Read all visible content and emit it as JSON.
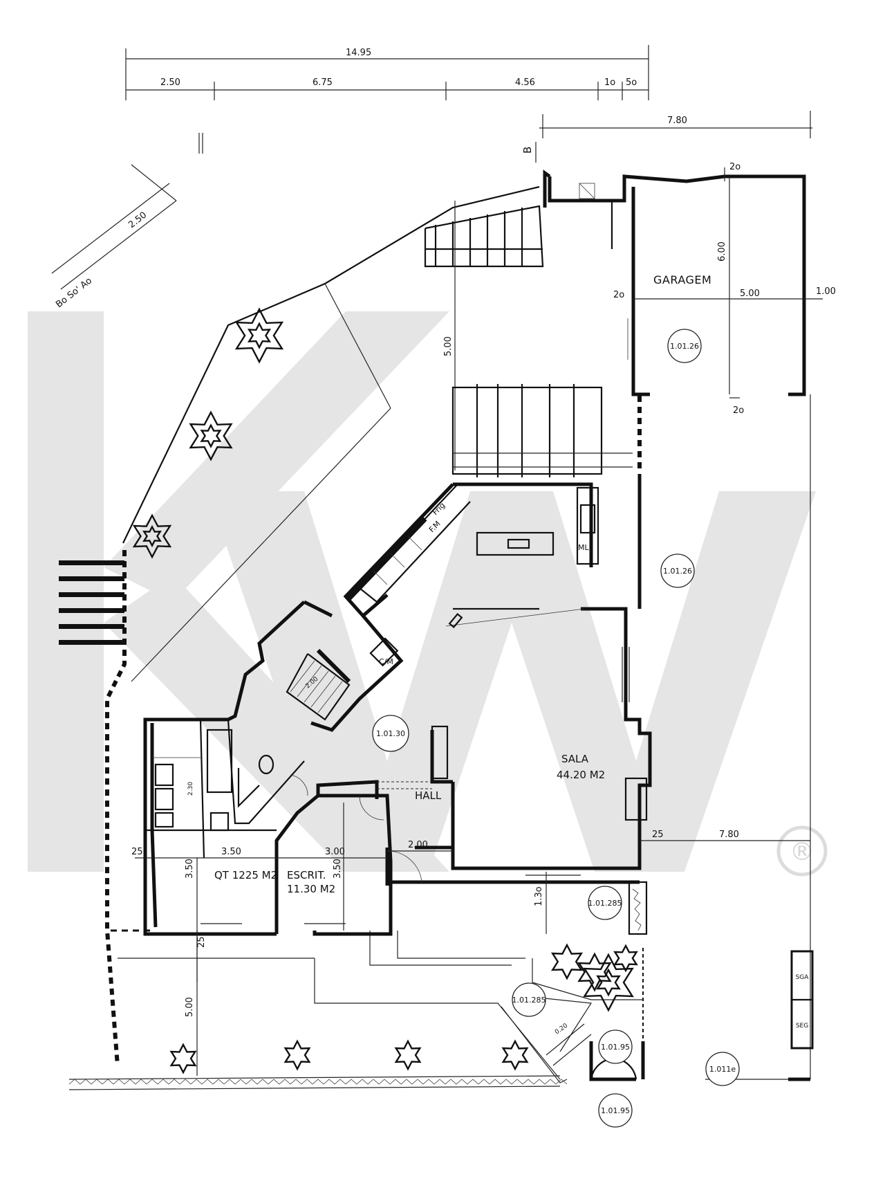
{
  "dimensions": {
    "overall_width": "14.95",
    "segment_1": "2.50",
    "segment_2": "6.75",
    "segment_3": "4.56",
    "segment_4": "1o",
    "segment_5": "5o",
    "garage_top": "7.80",
    "diagonal": "2.50",
    "lot_edge": "Bo So' Ao",
    "garage_depth": "6.00",
    "garage_width": "5.00",
    "garage_right": "1.00",
    "garage_wall_left": "2o",
    "garage_wall_top": "2o",
    "garage_wall_bottom": "2o",
    "yard_depth": "5.00",
    "bedroom_width": "3.50",
    "bedroom_depth": "3.50",
    "left_offset": "25",
    "office_width": "3.00",
    "office_depth": "3.50",
    "hall_width": "2.00",
    "sala_offset": "25",
    "right_setback": "7.80",
    "terrace_depth": "1.3o",
    "bath_dim": "2.30",
    "front_offset": "25",
    "front_yard": "5.00",
    "stair_width": "2.00",
    "ramp": "0.20"
  },
  "section_mark": "B",
  "section_axis": "||",
  "rooms": {
    "garage": "GARAGEM",
    "sala_name": "SALA",
    "sala_area": "44.20 M2",
    "hall": "HALL",
    "bedroom": "QT 1225 M2",
    "office_name": "ESCRIT.",
    "office_area": "11.30 M2",
    "fridge": "Frig",
    "oven": "F.M",
    "washer": "ML",
    "cupboard": "C/M"
  },
  "tags": {
    "garage_tag": "1.01.26",
    "side_yard_tag": "1.01.26",
    "hall_tag": "1.01.30",
    "terrace_tag": "1.01.285",
    "garden_tag": "1.01.285",
    "gate_tag": "1.01.95",
    "entry_tag": "1.01.95",
    "front_tag": "1.011e"
  },
  "meters": {
    "meter_1": "SGA",
    "meter_2": "SEG"
  },
  "watermark": {
    "brand": "KW",
    "registered": "®"
  }
}
